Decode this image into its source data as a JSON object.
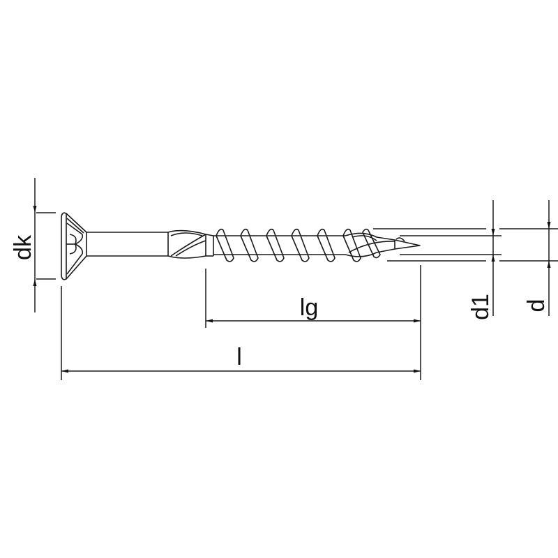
{
  "drawing": {
    "subject": "countersunk wood screw, partial thread",
    "line_color": "#1a1a1a",
    "background": "#ffffff",
    "dimensions": {
      "head_diameter": {
        "label": "dk"
      },
      "thread_length": {
        "label": "lg"
      },
      "total_length": {
        "label": "l"
      },
      "core_diameter": {
        "label": "d1"
      },
      "thread_diameter": {
        "label": "d"
      }
    }
  }
}
